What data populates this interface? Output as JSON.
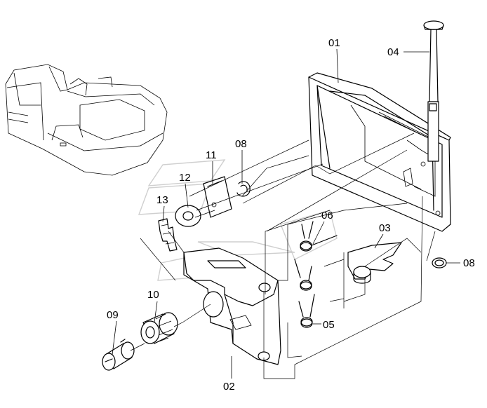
{
  "diagram": {
    "labels": {
      "p01": "01",
      "p02": "02",
      "p03": "03",
      "p04": "04",
      "p05": "05",
      "p06": "06",
      "p08a": "08",
      "p08b": "08",
      "p09": "09",
      "p10": "10",
      "p11": "11",
      "p12": "12",
      "p13": "13"
    }
  }
}
